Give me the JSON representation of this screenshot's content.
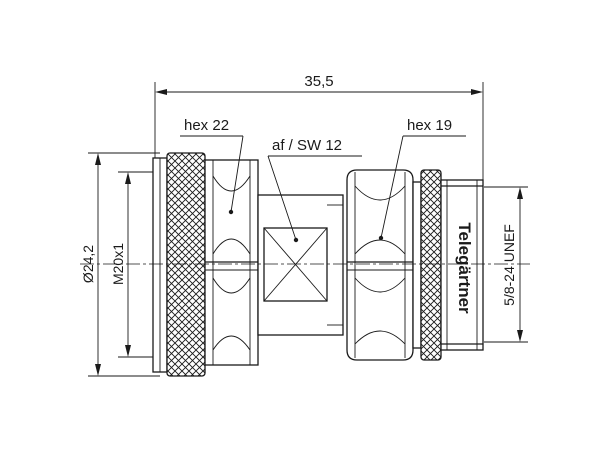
{
  "dimensions": {
    "overall_length": "35,5",
    "hex_left": "hex 22",
    "wrench_flat": "af / SW 12",
    "hex_right": "hex 19",
    "outer_diameter": "Ø24,2",
    "thread_left": "M20x1",
    "thread_right": "5/8-24 UNEF"
  },
  "brand": {
    "name": "Telegärtner"
  },
  "colors": {
    "line": "#1a1a1a",
    "background": "#ffffff"
  }
}
